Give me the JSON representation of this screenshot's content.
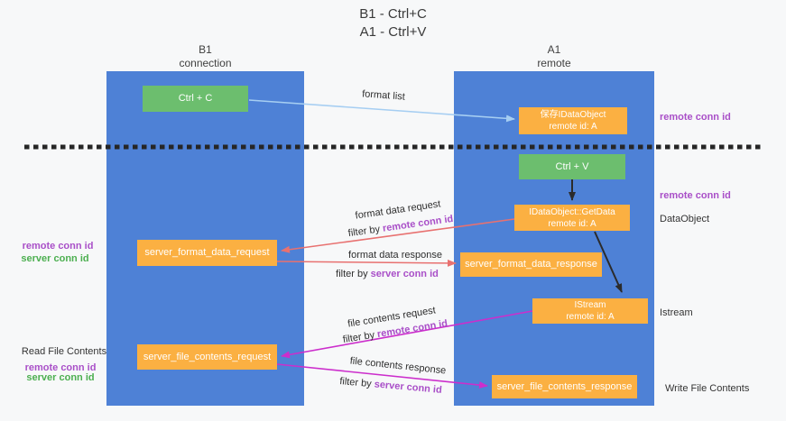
{
  "title": {
    "line1": "B1 - Ctrl+C",
    "line2": "A1 - Ctrl+V"
  },
  "lanes": [
    {
      "title": "B1",
      "subtitle": "connection"
    },
    {
      "title": "A1",
      "subtitle": "remote"
    }
  ],
  "nodes": {
    "ctrl_c": "Ctrl + C",
    "ctrl_v": "Ctrl + V",
    "save_idataobject": {
      "line1": "保存IDataObject",
      "line2": "remote id: A"
    },
    "getdata": {
      "line1": "IDataObject::GetData",
      "line2": "remote id: A"
    },
    "istream": {
      "line1": "IStream",
      "line2": "remote id: A"
    },
    "format_request": "server_format_data_request",
    "format_response": "server_format_data_response",
    "file_request": "server_file_contents_request",
    "file_response": "server_file_contents_response"
  },
  "edge_labels": {
    "format_list": "format list",
    "format_data_request": "format data request",
    "format_data_response": "format data response",
    "file_contents_request": "file contents request",
    "file_contents_response": "file contents response",
    "filter_by": "filter by",
    "remote_conn_id": "remote conn id",
    "server_conn_id": "server conn id"
  },
  "side_labels": {
    "left_mid": {
      "remote": "remote conn id",
      "server": "server conn id"
    },
    "left_bottom": {
      "title": "Read File Contents",
      "remote": "remote conn id",
      "server": "server conn id"
    },
    "right": {
      "remote_top": "remote conn id",
      "remote_mid": "remote conn id",
      "dataobject": "DataObject",
      "istream": "Istream",
      "write": "Write File Contents"
    }
  },
  "colors": {
    "lane_blue": "#4E81D6",
    "node_green": "#6CBE6E",
    "node_orange": "#FBB042",
    "arrow_black": "#2b2b2b",
    "arrow_salmon": "#E87170",
    "arrow_magenta": "#CC2ECC",
    "arrow_lightblue": "#A6CEF2",
    "text_purple": "#A94FC8",
    "text_green": "#4CAF50"
  }
}
